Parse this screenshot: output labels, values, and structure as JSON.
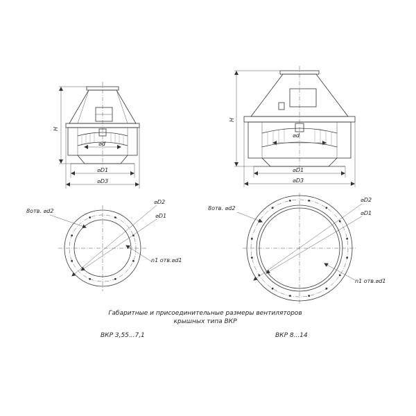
{
  "labels": {
    "height": "H",
    "d": "⌀d",
    "D1": "⌀D1",
    "D2": "⌀D2",
    "D3": "⌀D3",
    "holes_d2": "8отв. ⌀d2",
    "holes_d1": "n1 отв.⌀d1"
  },
  "caption": {
    "line1": "Габаритные и присоединительные размеры вентиляторов",
    "line2": "крышных типа ВКР"
  },
  "models": {
    "left": "ВКР 3,55...7,1",
    "right": "ВКР 8...14"
  }
}
